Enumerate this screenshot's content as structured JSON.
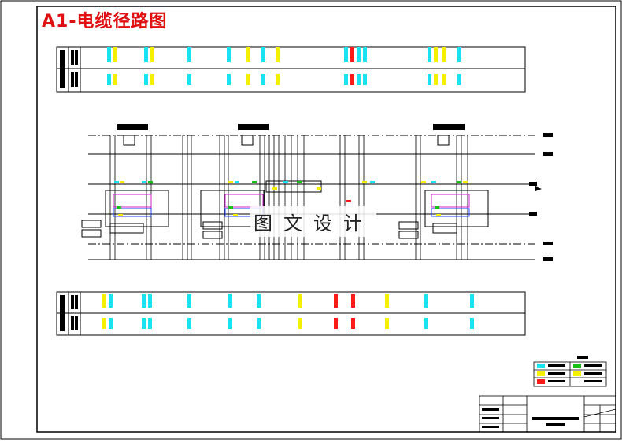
{
  "drawing": {
    "title": "A1-电缆径路图",
    "watermark": "图文设计"
  },
  "colors": {
    "frame": "#000000",
    "title": "#e01010",
    "cyan": "#19e3f0",
    "yellow": "#f5f000",
    "red": "#ff1a1a",
    "green": "#18c018",
    "magenta": "#d020d0",
    "blue": "#2040ff"
  },
  "top_strip_bars": [
    [
      "cyan",
      "yellow"
    ],
    [
      "cyan",
      "yellow"
    ],
    [
      "cyan"
    ],
    [
      "cyan"
    ],
    [
      "yellow"
    ],
    [
      "cyan"
    ],
    [
      "yellow"
    ],
    [
      "cyan",
      "red",
      "cyan"
    ],
    [
      "cyan"
    ],
    [
      "cyan",
      "yellow"
    ],
    [
      "yellow"
    ],
    [
      "cyan"
    ]
  ],
  "bottom_strip_bars": [
    [
      "yellow",
      "cyan"
    ],
    [
      "cyan",
      "cyan"
    ],
    [
      "cyan"
    ],
    [
      "cyan"
    ],
    [
      "cyan"
    ],
    [
      "yellow"
    ],
    [
      "red"
    ],
    [
      "red"
    ],
    [
      "yellow"
    ],
    [
      "cyan"
    ],
    [
      "cyan"
    ]
  ],
  "stations": [
    "station-left",
    "station-center",
    "station-right"
  ],
  "legend_items": [
    "cyan",
    "green",
    "yellow",
    "yellow",
    "red"
  ]
}
